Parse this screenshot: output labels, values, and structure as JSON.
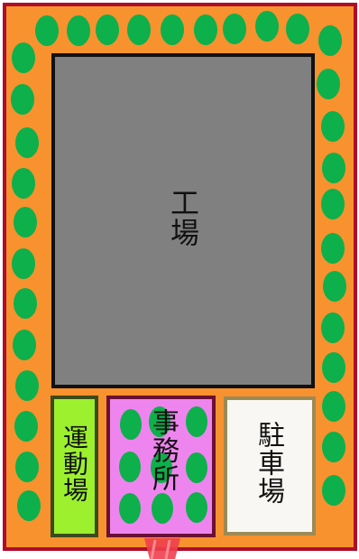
{
  "map": {
    "facilities": {
      "factory": {
        "label": "工場"
      },
      "sports_ground": {
        "label": "運動場"
      },
      "office": {
        "label": "事務所"
      },
      "parking": {
        "label": "駐車場"
      }
    },
    "icons": {
      "tree": "tree-icon",
      "gate": "gate-icon"
    },
    "colors": {
      "site_fill": "#F7922F",
      "site_border": "#B00D2A",
      "factory_fill": "#808080",
      "sports_ground_fill": "#9CF02E",
      "office_fill": "#EE85EE",
      "office_border": "#6A1035",
      "parking_fill": "#F8F7F3",
      "parking_border": "#9C8A55",
      "tree": "#0DB04B",
      "gate": "#EE3F4E"
    }
  }
}
